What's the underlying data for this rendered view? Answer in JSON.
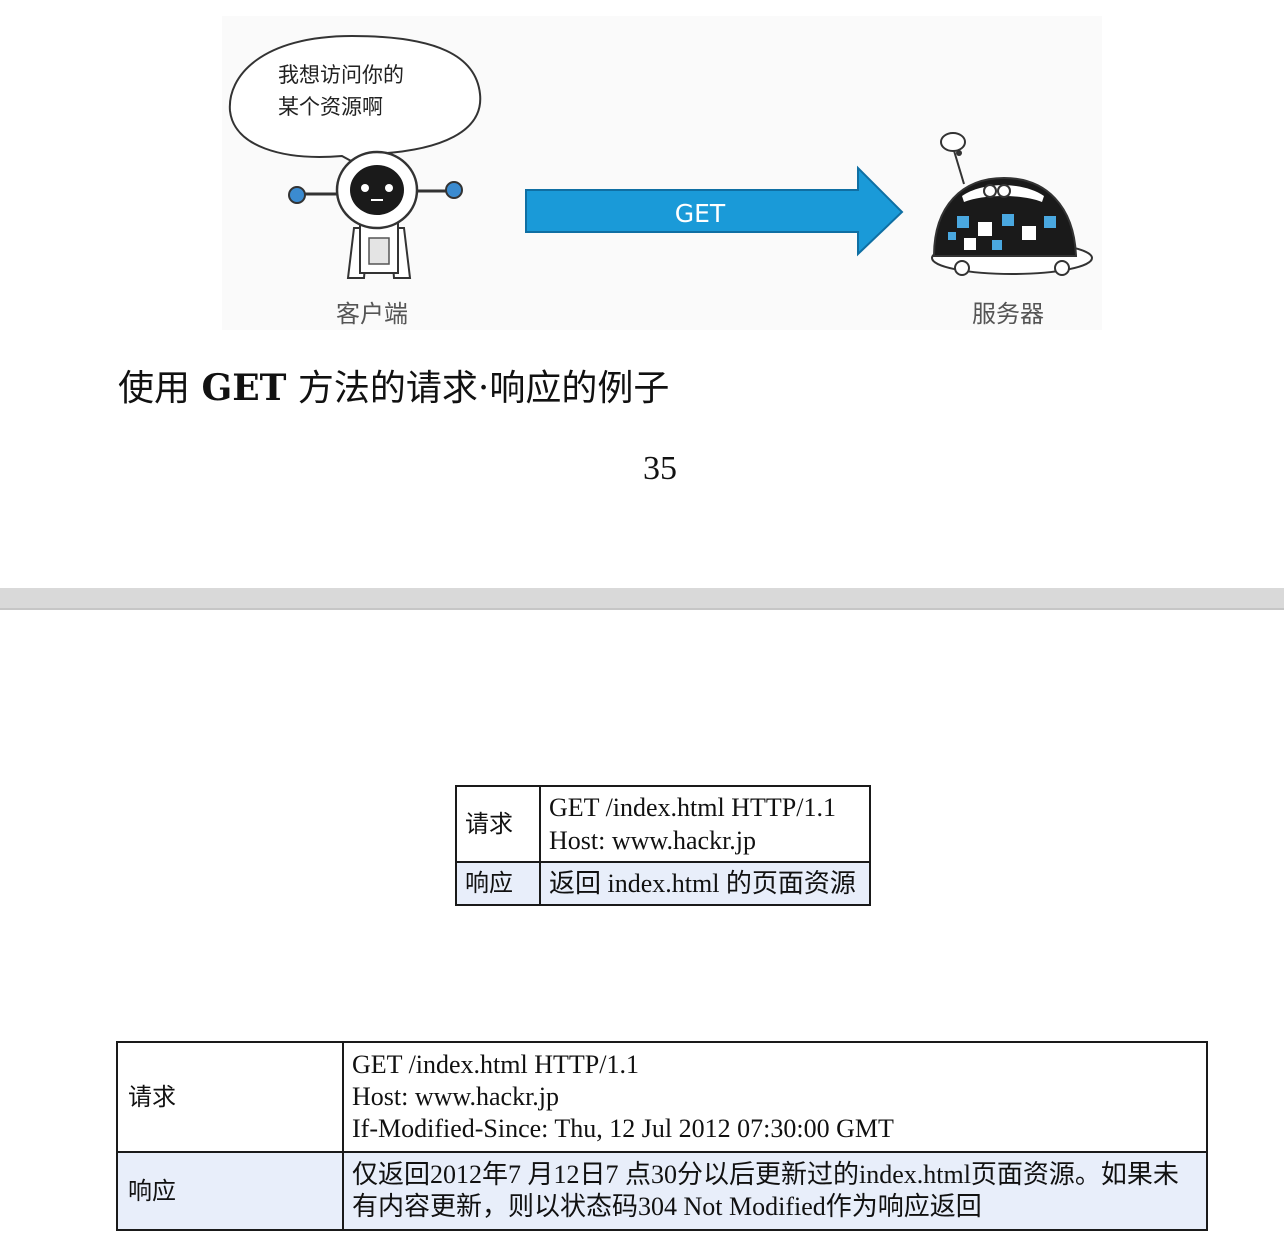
{
  "illustration": {
    "speech_line1": "我想访问你的",
    "speech_line2": "某个资源啊",
    "arrow_label": "GET",
    "client_label": "客户端",
    "server_label": "服务器",
    "arrow_color": "#1a9ad8"
  },
  "caption": {
    "prefix": "使用 ",
    "bold": "GET",
    "suffix": " 方法的请求·响应的例子"
  },
  "page_number": "35",
  "table1": {
    "request_label": "请求",
    "request_lines": [
      "GET /index.html HTTP/1.1",
      "Host: www.hackr.jp"
    ],
    "response_label": "响应",
    "response_text": "返回 index.html 的页面资源"
  },
  "table2": {
    "request_label": "请求",
    "request_lines": [
      "GET /index.html HTTP/1.1",
      "Host: www.hackr.jp",
      "If-Modified-Since: Thu, 12 Jul 2012 07:30:00 GMT"
    ],
    "response_label": "响应",
    "response_lines": [
      "仅返回2012年7 月12日7 点30分以后更新过的index.html页面资源。如果未",
      "有内容更新，则以状态码304 Not Modified作为响应返回"
    ]
  }
}
